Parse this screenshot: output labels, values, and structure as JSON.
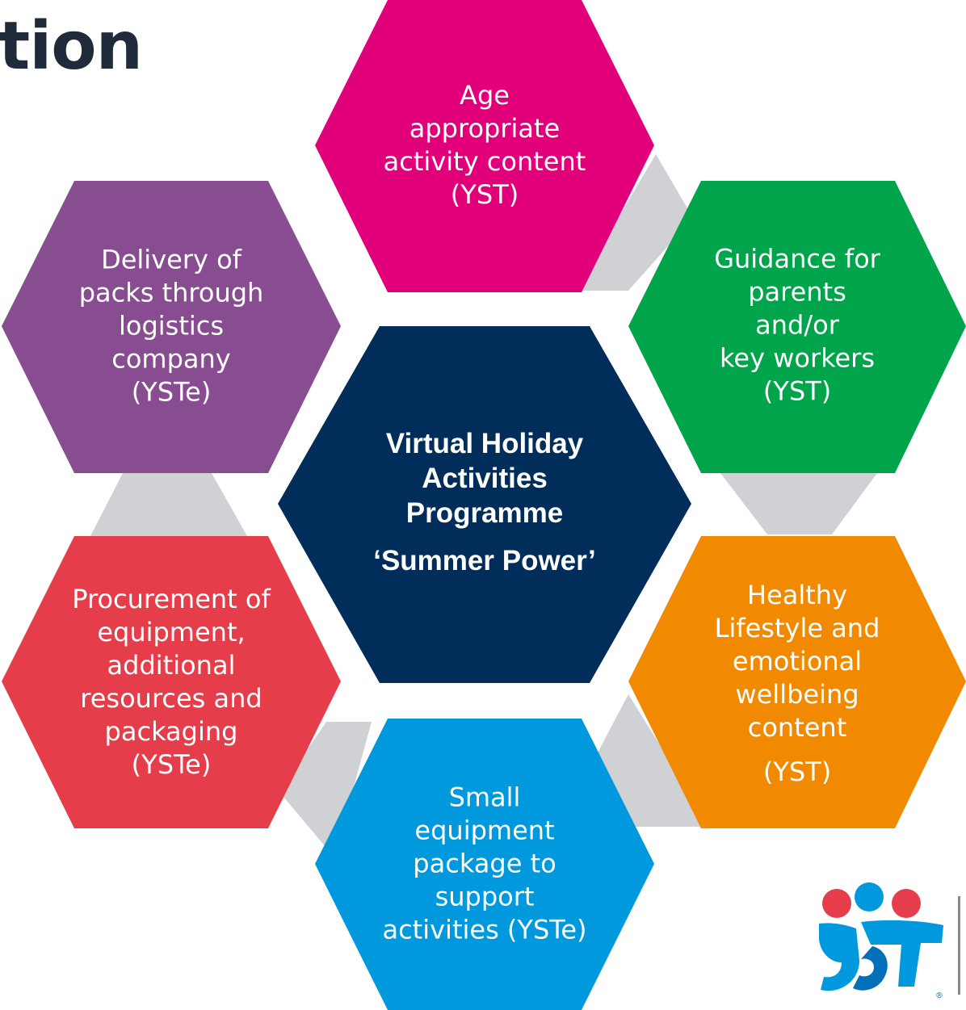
{
  "title": "tion",
  "center": {
    "title": "Virtual Holiday Activities Programme",
    "subtitle": "‘Summer Power’",
    "color": "#002d5a"
  },
  "hexagons": {
    "top": {
      "text": "Age\nappropriate\nactivity content\n(YST)",
      "color": "#e2007a"
    },
    "top_right": {
      "text": "Guidance for\nparents and/or\nkey workers\n(YST)",
      "color": "#00a44a"
    },
    "bottom_right": {
      "text": "Healthy\nLifestyle and\nemotional\nwellbeing\ncontent",
      "suffix": "(YST)",
      "color": "#f18a00"
    },
    "bottom": {
      "text": "Small\nequipment\npackage to\nsupport\nactivities (YSTe)",
      "color": "#0099dd"
    },
    "bottom_left": {
      "text": "Procurement of\nequipment,\nadditional\nresources and\npackaging\n(YSTe)",
      "color": "#e63d4a"
    },
    "top_left": {
      "text": "Delivery of\npacks through\nlogistics\ncompany\n(YSTe)",
      "color": "#884d91"
    }
  },
  "connector_color": "#d0d1d4",
  "logo": {
    "icon": "yst-logo",
    "colors": [
      "#e63d4a",
      "#0099dd",
      "#0070b8"
    ]
  }
}
